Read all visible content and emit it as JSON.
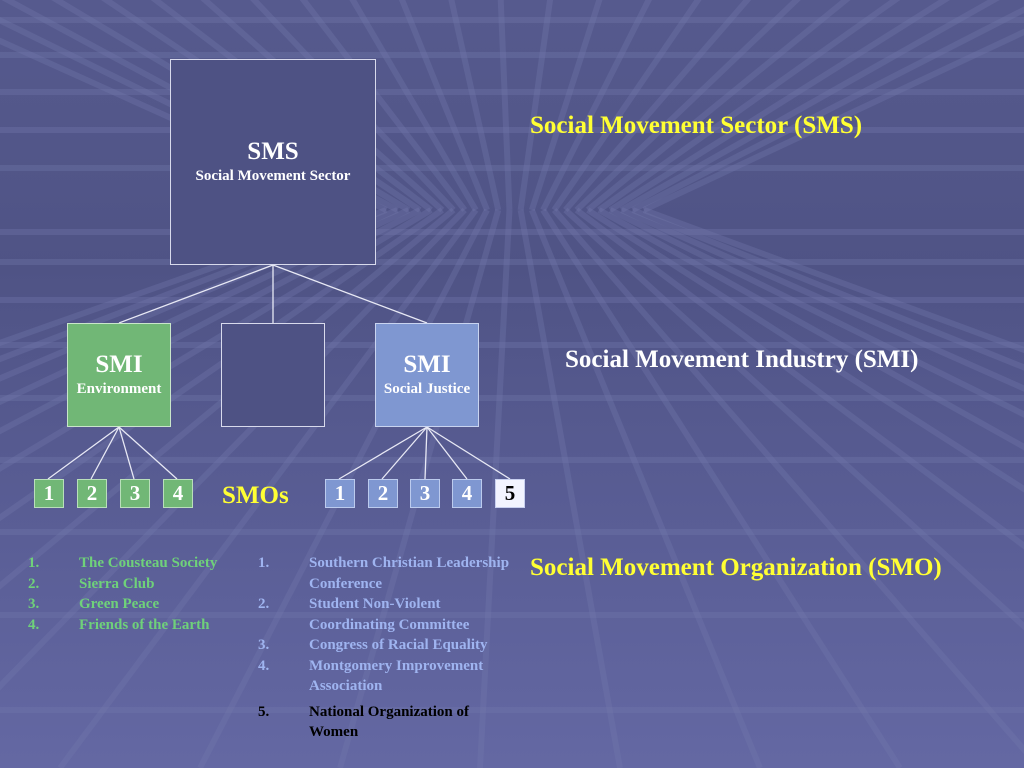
{
  "sms_box": {
    "title": "SMS",
    "subtitle": "Social Movement Sector"
  },
  "smi_environment": {
    "title": "SMI",
    "subtitle": "Environment"
  },
  "smi_social_justice": {
    "title": "SMI",
    "subtitle": "Social Justice"
  },
  "smo_environment": [
    "1",
    "2",
    "3",
    "4"
  ],
  "smo_social_justice": [
    "1",
    "2",
    "3",
    "4",
    "5"
  ],
  "smos_label": "SMOs",
  "levels": {
    "sms": "Social Movement Sector (SMS)",
    "smi": "Social Movement Industry (SMI)",
    "smo": "Social Movement Organization (SMO)"
  },
  "environment_list": [
    {
      "num": "1.",
      "text": "The Cousteau Society"
    },
    {
      "num": "2.",
      "text": "Sierra Club"
    },
    {
      "num": "3.",
      "text": "Green Peace"
    },
    {
      "num": "4.",
      "text": "Friends of the Earth"
    }
  ],
  "social_justice_list": [
    {
      "num": "1.",
      "text": "Southern Christian Leadership Conference"
    },
    {
      "num": "2.",
      "text": "Student Non-Violent Coordinating Committee"
    },
    {
      "num": "3.",
      "text": "Congress of Racial Equality"
    },
    {
      "num": "4.",
      "text": "Montgomery Improvement Association"
    },
    {
      "num": "5.",
      "text": "National Organization of Women"
    }
  ],
  "colors": {
    "background": "#565a8e",
    "sms_box": "#4e5284",
    "environment_green": "#71b776",
    "social_justice_blue": "#7f97d1",
    "label_yellow": "#ffff33"
  }
}
